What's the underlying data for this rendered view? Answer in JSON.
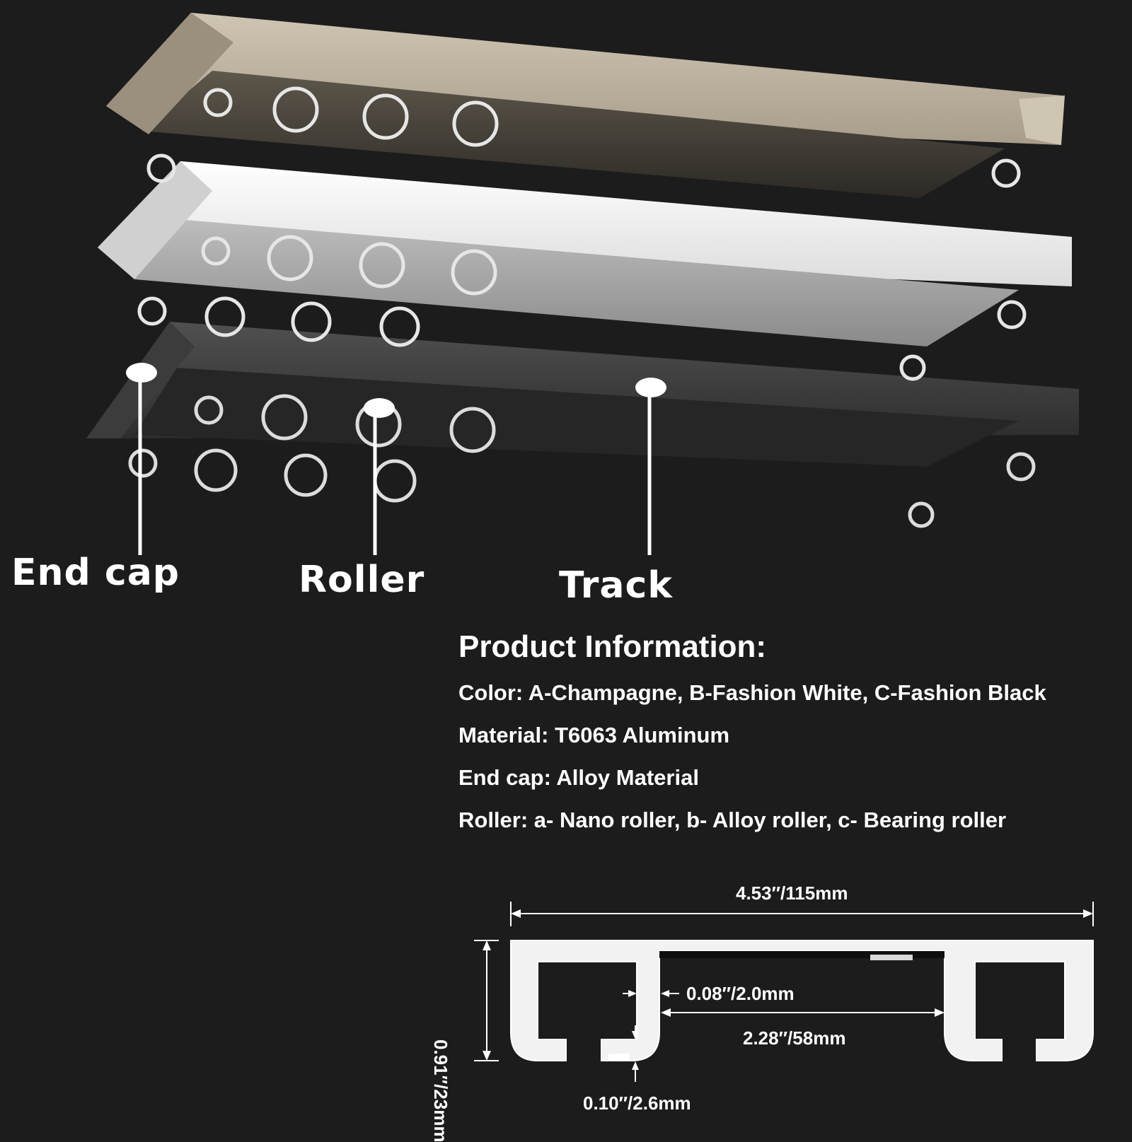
{
  "labels": {
    "end_cap": "End cap",
    "roller": "Roller",
    "track": "Track"
  },
  "product_info": {
    "heading": "Product Information:",
    "lines": [
      "Color: A-Champagne, B-Fashion White, C-Fashion Black",
      "Material: T6063 Aluminum",
      "End cap: Alloy Material",
      "Roller: a- Nano roller, b- Alloy roller, c- Bearing roller"
    ]
  },
  "dimensions": {
    "width": "4.53″/115mm",
    "height": "0.91″/23mm",
    "wall_thickness": "0.08″/2.0mm",
    "channel_gap": "2.28″/58mm",
    "lip": "0.10″/2.6mm"
  },
  "colors": {
    "background": "#1c1c1c",
    "champagne": "#b9ae9c",
    "fashion_white": "#f2f2f2",
    "fashion_black": "#3a3a3a",
    "label": "#ffffff"
  }
}
